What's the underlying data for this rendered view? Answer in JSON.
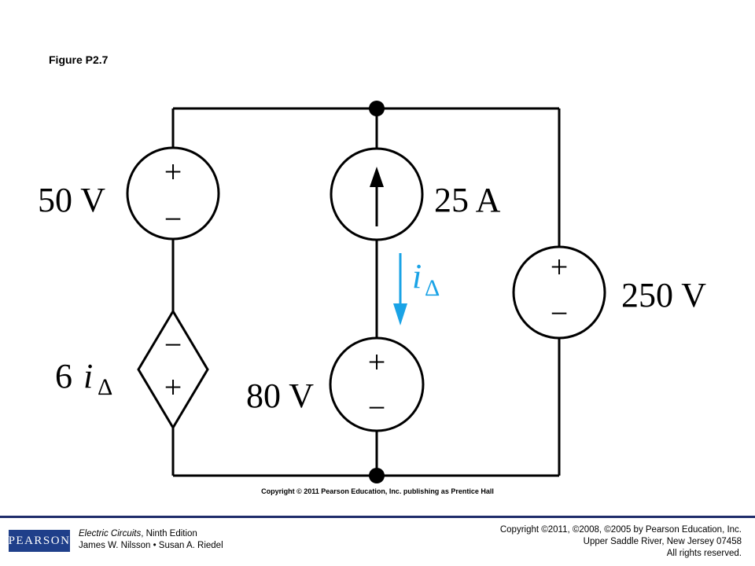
{
  "figure": {
    "title": "Figure P2.7"
  },
  "circuit": {
    "sources": [
      {
        "id": "v50",
        "label": "50 V",
        "type": "independent-voltage",
        "polarity_top": "+"
      },
      {
        "id": "i25",
        "label": "25 A",
        "type": "independent-current",
        "direction": "up"
      },
      {
        "id": "v80",
        "label": "80 V",
        "type": "independent-voltage",
        "polarity_top": "+"
      },
      {
        "id": "v250",
        "label": "250 V",
        "type": "independent-voltage",
        "polarity_top": "+"
      },
      {
        "id": "dep",
        "label_coef": "6",
        "label_var": "i",
        "label_sub": "Δ",
        "type": "dependent-voltage",
        "polarity_top": "−"
      }
    ],
    "current_label": {
      "var": "i",
      "sub": "Δ",
      "color": "#1aa3e6",
      "direction": "down"
    },
    "plus": "+",
    "minus": "−"
  },
  "copyright_small": "Copyright © 2011 Pearson Education, Inc. publishing as Prentice Hall",
  "footer": {
    "logo_text": "PEARSON",
    "book_title": "Electric Circuits",
    "book_edition": ", Ninth Edition",
    "authors": "James W. Nilsson • Susan A. Riedel",
    "rights_line1": "Copyright ©2011, ©2008, ©2005 by Pearson Education, Inc.",
    "rights_line2": "Upper Saddle River, New Jersey 07458",
    "rights_line3": "All rights reserved.",
    "colors": {
      "bar": "#1f2d6b",
      "logo_bg": "#1f3f8a"
    }
  }
}
